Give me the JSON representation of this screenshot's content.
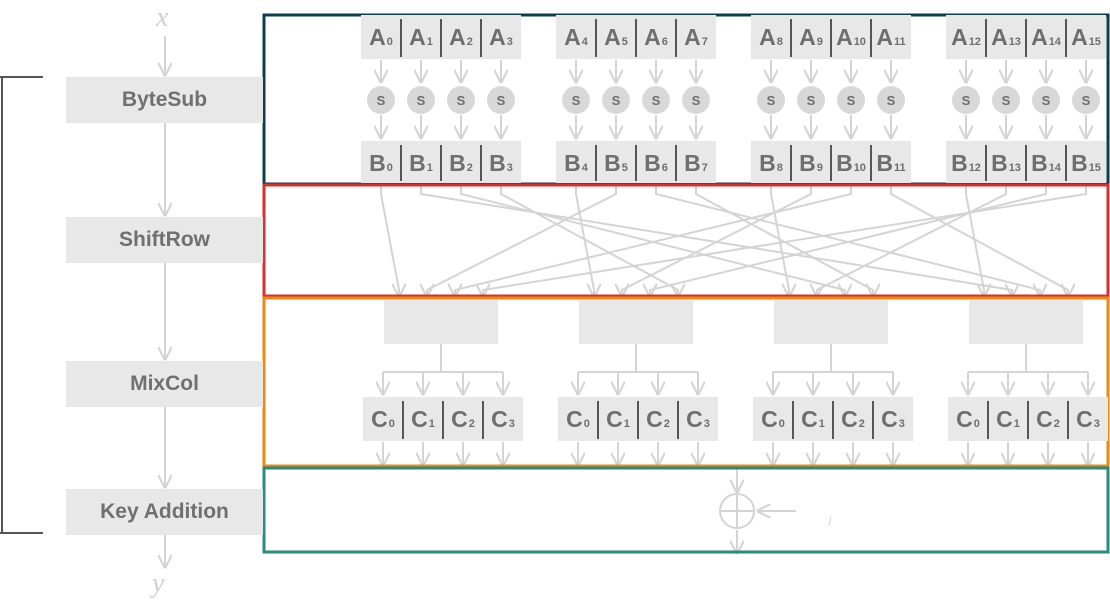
{
  "input_label": "x",
  "output_label": "y",
  "stages": [
    {
      "id": "bytesub",
      "label": "ByteSub"
    },
    {
      "id": "shiftrow",
      "label": "ShiftRow"
    },
    {
      "id": "mixcol",
      "label": "MixCol"
    },
    {
      "id": "keyadd",
      "label": "Key Addition"
    }
  ],
  "sbox_label": "S",
  "a_cells": [
    {
      "main": "A",
      "sub": "0"
    },
    {
      "main": "A",
      "sub": "1"
    },
    {
      "main": "A",
      "sub": "2"
    },
    {
      "main": "A",
      "sub": "3"
    },
    {
      "main": "A",
      "sub": "4"
    },
    {
      "main": "A",
      "sub": "5"
    },
    {
      "main": "A",
      "sub": "6"
    },
    {
      "main": "A",
      "sub": "7"
    },
    {
      "main": "A",
      "sub": "8"
    },
    {
      "main": "A",
      "sub": "9"
    },
    {
      "main": "A",
      "sub": "10"
    },
    {
      "main": "A",
      "sub": "11"
    },
    {
      "main": "A",
      "sub": "12"
    },
    {
      "main": "A",
      "sub": "13"
    },
    {
      "main": "A",
      "sub": "14"
    },
    {
      "main": "A",
      "sub": "15"
    }
  ],
  "b_cells": [
    {
      "main": "B",
      "sub": "0"
    },
    {
      "main": "B",
      "sub": "1"
    },
    {
      "main": "B",
      "sub": "2"
    },
    {
      "main": "B",
      "sub": "3"
    },
    {
      "main": "B",
      "sub": "4"
    },
    {
      "main": "B",
      "sub": "5"
    },
    {
      "main": "B",
      "sub": "6"
    },
    {
      "main": "B",
      "sub": "7"
    },
    {
      "main": "B",
      "sub": "8"
    },
    {
      "main": "B",
      "sub": "9"
    },
    {
      "main": "B",
      "sub": "10"
    },
    {
      "main": "B",
      "sub": "11"
    },
    {
      "main": "B",
      "sub": "12"
    },
    {
      "main": "B",
      "sub": "13"
    },
    {
      "main": "B",
      "sub": "14"
    },
    {
      "main": "B",
      "sub": "15"
    }
  ],
  "c_cells": [
    {
      "main": "C",
      "sub": "0"
    },
    {
      "main": "C",
      "sub": "1"
    },
    {
      "main": "C",
      "sub": "2"
    },
    {
      "main": "C",
      "sub": "3"
    },
    {
      "main": "C",
      "sub": "0"
    },
    {
      "main": "C",
      "sub": "1"
    },
    {
      "main": "C",
      "sub": "2"
    },
    {
      "main": "C",
      "sub": "3"
    },
    {
      "main": "C",
      "sub": "0"
    },
    {
      "main": "C",
      "sub": "1"
    },
    {
      "main": "C",
      "sub": "2"
    },
    {
      "main": "C",
      "sub": "3"
    },
    {
      "main": "C",
      "sub": "0"
    },
    {
      "main": "C",
      "sub": "1"
    },
    {
      "main": "C",
      "sub": "2"
    },
    {
      "main": "C",
      "sub": "3"
    }
  ],
  "shiftrow_mapping": [
    0,
    5,
    10,
    15,
    4,
    9,
    14,
    3,
    8,
    13,
    2,
    7,
    12,
    1,
    6,
    11
  ],
  "key_input_label": "i",
  "colors": {
    "bytesub_frame": "#0f3d4f",
    "shiftrow_frame": "#d63030",
    "mixcol_frame": "#ea8a10",
    "keyadd_frame": "#2a8a82",
    "bracket": "#555555",
    "connector": "#d4d4d4",
    "cell_fill": "#e8e8e8"
  }
}
